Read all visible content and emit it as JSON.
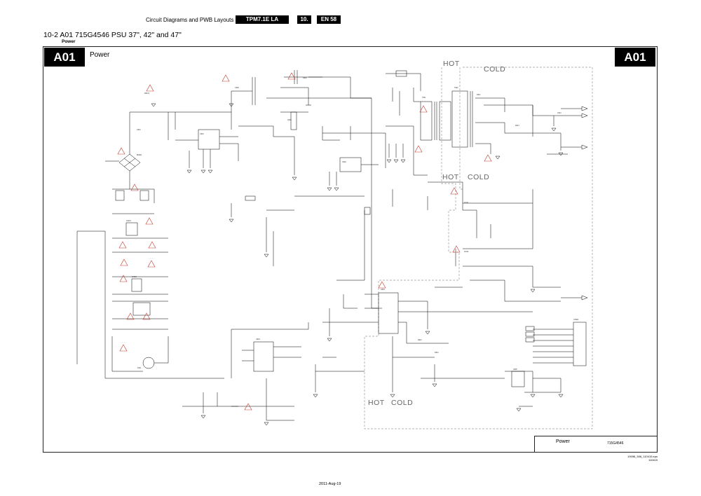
{
  "header": {
    "title": "Circuit Diagrams and PWB Layouts",
    "model": "TPM7.1E LA",
    "chapter": "10.",
    "page": "EN 58"
  },
  "section": {
    "heading": "10-2 A01 715G4546 PSU 37\", 42\" and 47\"",
    "subheading": "Power"
  },
  "frame": {
    "badge": "A01",
    "title": "Power"
  },
  "zones": {
    "hot": "HOT",
    "cold": "COLD"
  },
  "title_block": {
    "name": "Power",
    "model": "715G4546",
    "ref_line1": "19096_506_110415.eps",
    "ref_line2": "110415"
  },
  "footer": {
    "date": "2011-Aug-19"
  },
  "colors": {
    "ink": "#000000",
    "warning": "#c0392b",
    "zone_text": "#666666",
    "isolation_line": "#9a9a9a"
  }
}
